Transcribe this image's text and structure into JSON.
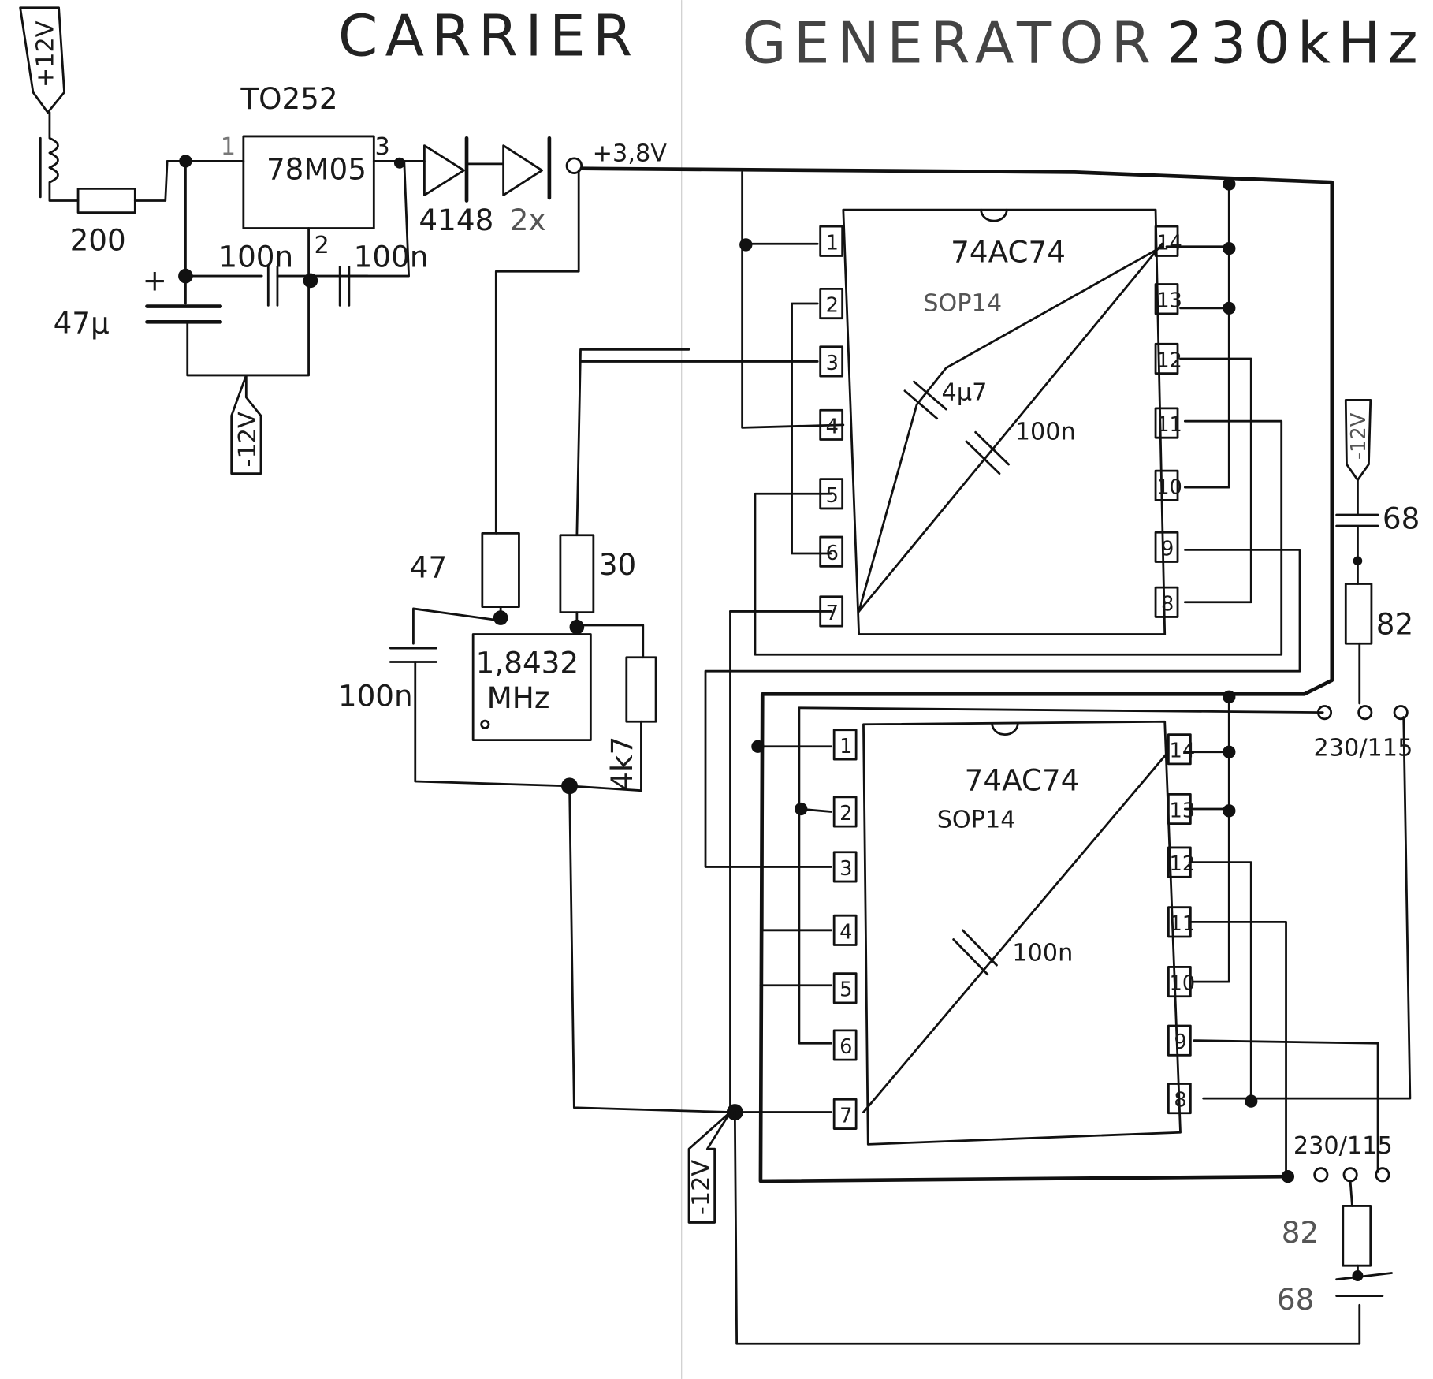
{
  "title": {
    "word1": "CARRIER",
    "word2": "GENERATOR",
    "freq": "230kHz"
  },
  "power": {
    "plus12": "+12V",
    "minus12_top": "-12V",
    "minus12_right": "-12V",
    "minus12_bottom": "-12V",
    "package": "TO252",
    "regulator": "78M05",
    "reg_pin1": "1",
    "reg_pin2": "2",
    "reg_pin3": "3",
    "resistor_in": "200",
    "cap_bulk": "47µ",
    "cap_bulk_plus": "+",
    "cap_in": "100n",
    "cap_out": "100n",
    "diodes": "4148",
    "diodes_count": "2x",
    "rail": "+3,8V"
  },
  "oscillator": {
    "r1": "47",
    "r2": "30",
    "crystal_line1": "1,8432",
    "crystal_line2": "MHz",
    "cap": "100n",
    "r_feedback": "4k7"
  },
  "ic1": {
    "part": "74AC74",
    "package": "SOP14",
    "left_pins": [
      "1",
      "2",
      "3",
      "4",
      "5",
      "6",
      "7"
    ],
    "right_pins": [
      "14",
      "13",
      "12",
      "11",
      "10",
      "9",
      "8"
    ],
    "cap_a": "4µ7",
    "cap_b": "100n"
  },
  "ic2": {
    "part": "74AC74",
    "package": "SOP14",
    "left_pins": [
      "1",
      "2",
      "3",
      "4",
      "5",
      "6",
      "7"
    ],
    "right_pins": [
      "14",
      "13",
      "12",
      "11",
      "10",
      "9",
      "8"
    ],
    "cap_b": "100n"
  },
  "output1": {
    "cap": "68",
    "resistor": "82",
    "ratio": "230/115"
  },
  "output2": {
    "cap": "68",
    "resistor": "82",
    "ratio": "230/115"
  }
}
